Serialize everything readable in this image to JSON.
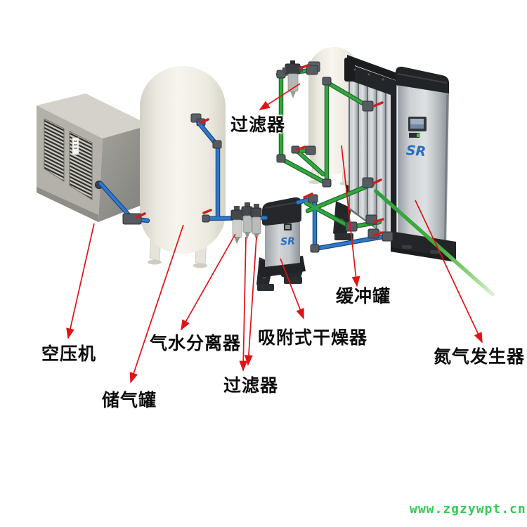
{
  "watermark": {
    "text": "www.zgzywpt.cn",
    "color": "#35cb55"
  },
  "brand": {
    "logo_text": "SR",
    "logo_color": "#2a6cc0"
  },
  "labels": [
    {
      "id": "air-compressor",
      "text": "空压机"
    },
    {
      "id": "storage-tank",
      "text": "储气罐"
    },
    {
      "id": "gas-water-separator",
      "text": "气水分离器"
    },
    {
      "id": "filter-bottom",
      "text": "过滤器"
    },
    {
      "id": "adsorption-dryer",
      "text": "吸附式干燥器"
    },
    {
      "id": "buffer-tank",
      "text": "缓冲罐"
    },
    {
      "id": "nitrogen-generator",
      "text": "氮气发生器"
    },
    {
      "id": "filter-top",
      "text": "过滤器"
    }
  ],
  "equipment": [
    "air-compressor",
    "air-storage-tank",
    "gas-water-separator",
    "line-filters",
    "adsorption-dryer",
    "top-line-filter",
    "buffer-tank",
    "nitrogen-generator"
  ],
  "colors": {
    "pipe_air": "#3078cd",
    "pipe_nitrogen": "#33a73f",
    "arrow": "#e21313",
    "valve_handle": "#c92020",
    "tank_body": "#f4f2ea",
    "compressor_gray": "#b3b1aa",
    "generator_silver": "#c9cdd0",
    "panel_black": "#232528"
  }
}
